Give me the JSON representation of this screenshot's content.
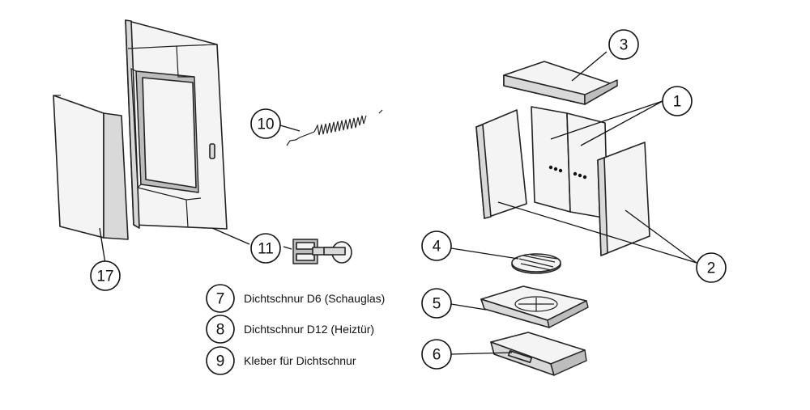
{
  "callouts": {
    "c1": "1",
    "c2": "2",
    "c3": "3",
    "c4": "4",
    "c5": "5",
    "c6": "6",
    "c10": "10",
    "c11": "11",
    "c17": "17"
  },
  "legend": [
    {
      "number": "7",
      "text": "Dichtschnur D6 (Schauglas)"
    },
    {
      "number": "8",
      "text": "Dichtschnur D12 (Heiztür)"
    },
    {
      "number": "9",
      "text": "Kleber für Dichtschnur"
    }
  ]
}
